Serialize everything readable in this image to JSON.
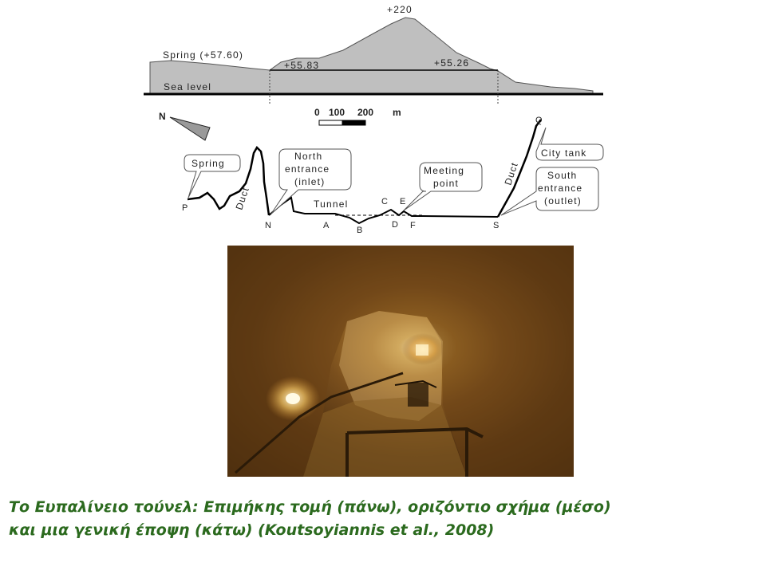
{
  "profile": {
    "peak_elevation": "+220",
    "spring_label": "Spring (+57.60)",
    "north_elevation": "+55.83",
    "south_elevation": "+55.26",
    "sea_level_label": "Sea level"
  },
  "plan": {
    "north_arrow_label": "N",
    "scale_labels": [
      "0",
      "100",
      "200",
      "m"
    ],
    "callouts": {
      "spring": "Spring",
      "north_entrance": [
        "North",
        "entrance",
        "(inlet)"
      ],
      "meeting_point": [
        "Meeting",
        "point"
      ],
      "city_tank": "City tank",
      "south_entrance": [
        "South",
        "entrance",
        "(outlet)"
      ]
    },
    "duct_label": "Duct",
    "tunnel_label": "Tunnel",
    "points": [
      "P",
      "N",
      "A",
      "B",
      "C",
      "D",
      "E",
      "F",
      "S",
      "Q"
    ]
  },
  "caption": {
    "line1": "Το Ευπαλίνειο τούνελ: Επιμήκης τομή (πάνω), οριζόντιο σχήμα (μέσο)",
    "line2": "και μια γενική έποψη (κάτω) (Koutsoyiannis et al., 2008)"
  },
  "colors": {
    "hill_fill": "#bfbfbf",
    "caption_text": "#2b6a1e",
    "line": "#000000"
  }
}
